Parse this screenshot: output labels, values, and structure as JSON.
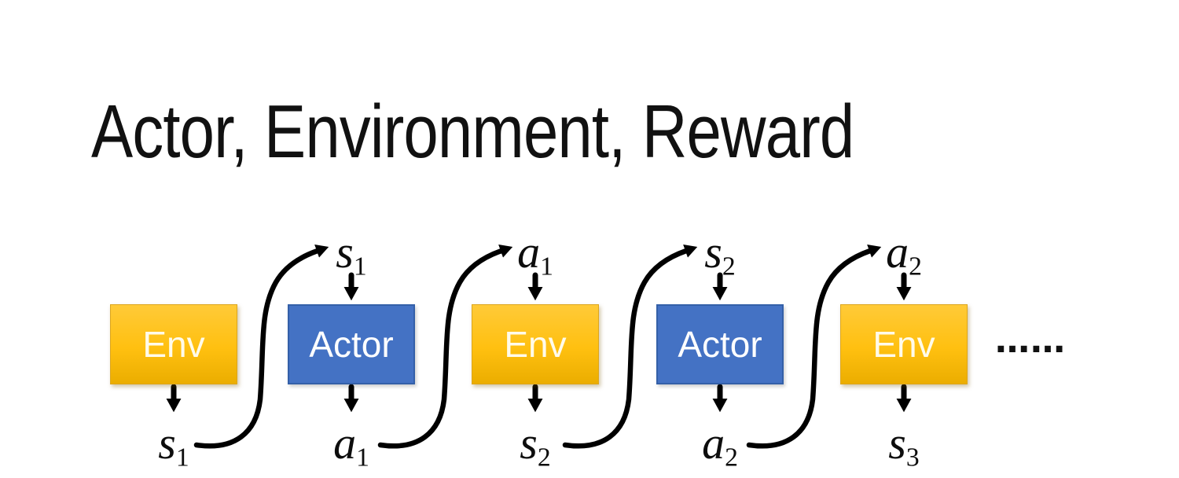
{
  "title": "Actor, Environment, Reward",
  "diagram": {
    "boxes": [
      {
        "label": "Env",
        "kind": "env",
        "top": null,
        "bottom": {
          "base": "s",
          "sub": "1"
        }
      },
      {
        "label": "Actor",
        "kind": "actor",
        "top": {
          "base": "s",
          "sub": "1"
        },
        "bottom": {
          "base": "a",
          "sub": "1"
        }
      },
      {
        "label": "Env",
        "kind": "env",
        "top": {
          "base": "a",
          "sub": "1"
        },
        "bottom": {
          "base": "s",
          "sub": "2"
        }
      },
      {
        "label": "Actor",
        "kind": "actor",
        "top": {
          "base": "s",
          "sub": "2"
        },
        "bottom": {
          "base": "a",
          "sub": "2"
        }
      },
      {
        "label": "Env",
        "kind": "env",
        "top": {
          "base": "a",
          "sub": "2"
        },
        "bottom": {
          "base": "s",
          "sub": "3"
        }
      }
    ],
    "ellipsis": "……"
  },
  "colors": {
    "title": "#111111",
    "arrow": "#000000",
    "env_top": "#FFCA38",
    "env_bottom": "#EBAD00",
    "env_border": "#DCA61F",
    "env_text": "#FFFBEA",
    "actor": "#4472C4",
    "actor_border": "#3460A8",
    "actor_text": "#FFFFFF"
  }
}
